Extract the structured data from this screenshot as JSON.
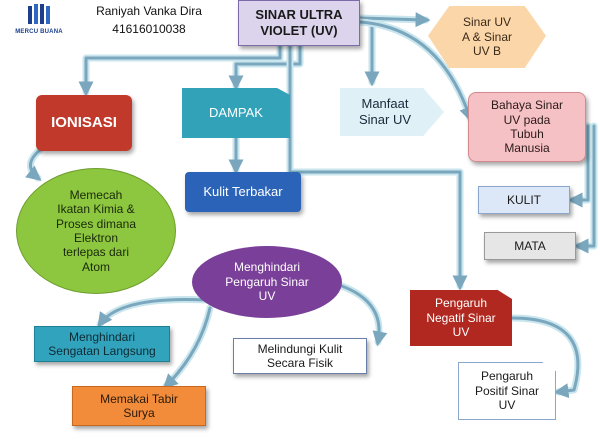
{
  "header": {
    "logo_text": "MERCU BUANA",
    "author_name": "Raniyah Vanka Dira",
    "author_id": "41616010038"
  },
  "nodes": {
    "center": "SINAR ULTRA\nVIOLET (UV)",
    "sinar_uv_ab": "Sinar UV\nA & Sinar\nUV B",
    "ionisasi": "IONISASI",
    "dampak": "DAMPAK",
    "manfaat": "Manfaat\nSinar UV",
    "bahaya": "Bahaya Sinar\nUV pada\nTubuh\nManusia",
    "kulit_terbakar": "Kulit Terbakar",
    "memecah": "Memecah\nIkatan Kimia &\nProses dimana\nElektron\nterlepas dari\nAtom",
    "kulit": "KULIT",
    "mata": "MATA",
    "menghindari_pengaruh": "Menghindari\nPengaruh Sinar\nUV",
    "pengaruh_negatif": "Pengaruh\nNegatif Sinar\nUV",
    "menghindari_sengatan": "Menghindari\nSengatan Langsung",
    "melindungi": "Melindungi Kulit\nSecara Fisik",
    "pengaruh_positif": "Pengaruh\nPositif Sinar\nUV",
    "memakai": "Memakai Tabir\nSurya"
  },
  "colors": {
    "connector": "#7aa7bd",
    "connector_glow": "#c9e6ee",
    "center_fill": "#dcd3ec",
    "sinar_uv_ab_fill": "#fbd6a8",
    "ionisasi_fill": "#c0392b",
    "dampak_fill": "#31a2b8",
    "manfaat_fill": "#dff0f7",
    "bahaya_fill": "#f6c1c4",
    "kulit_terbakar_fill": "#2a63b8",
    "memecah_fill": "#8dc63f",
    "kulit_fill": "#dce8f8",
    "mata_fill": "#e6e6e6",
    "menghindari_pengaruh_fill": "#7a3f98",
    "pengaruh_negatif_fill": "#b0281f",
    "menghindari_sengatan_fill": "#32a3bd",
    "pengaruh_positif_fill": "#ffffff",
    "memakai_fill": "#f28c3a"
  }
}
